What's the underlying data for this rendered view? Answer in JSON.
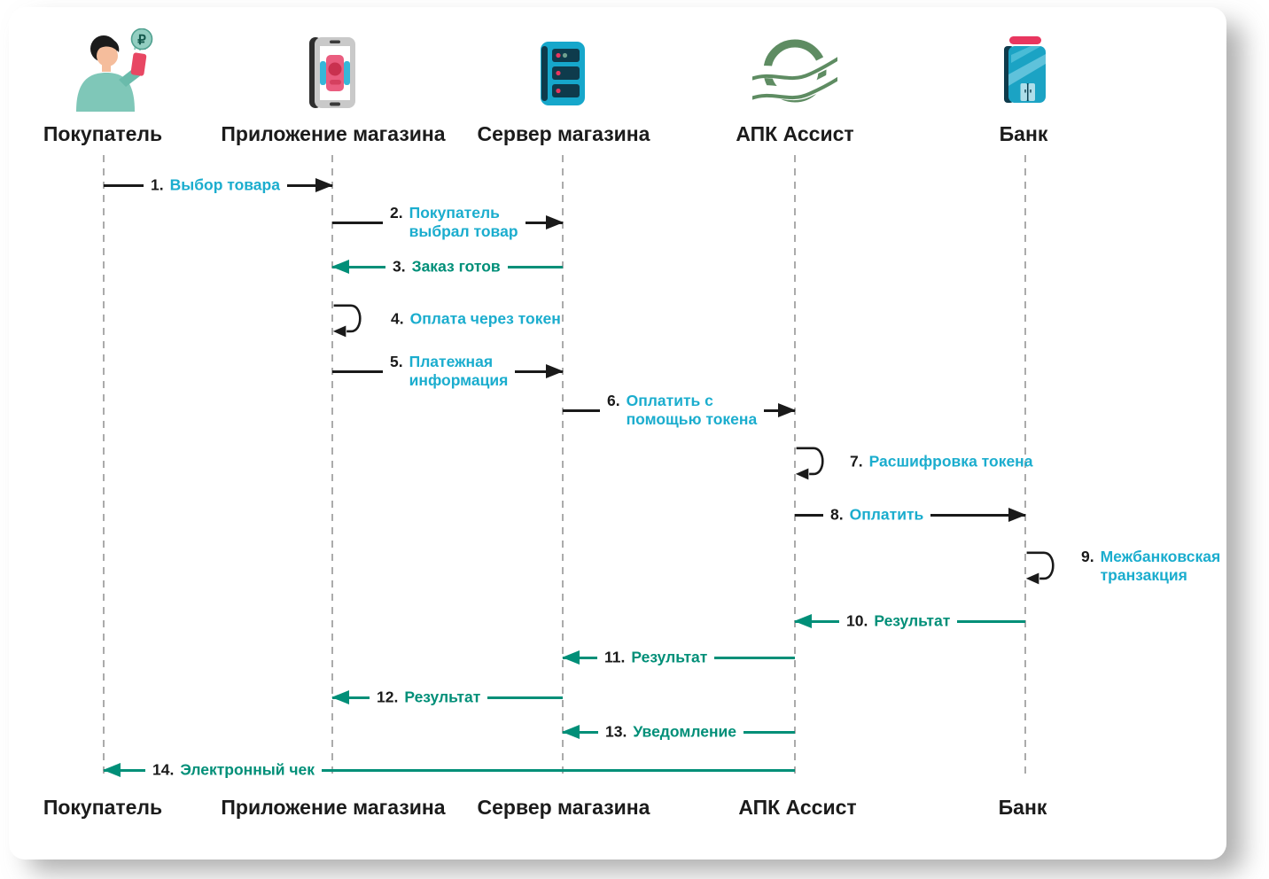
{
  "colors": {
    "request_text": "#1badce",
    "response_arrow": "#008f78",
    "arrow_black": "#1a1a1a",
    "lifeline_gray": "#ababab"
  },
  "actors": [
    {
      "id": "buyer",
      "label": "Покупатель",
      "icon": "buyer-icon"
    },
    {
      "id": "app",
      "label": "Приложение магазина",
      "icon": "smartphone-app-icon"
    },
    {
      "id": "server",
      "label": "Сервер магазина",
      "icon": "server-icon"
    },
    {
      "id": "assist",
      "label": "АПК Ассист",
      "icon": "assist-logo-icon"
    },
    {
      "id": "bank",
      "label": "Банк",
      "icon": "bank-icon"
    }
  ],
  "messages": [
    {
      "num": "1.",
      "lines": [
        "Выбор товара"
      ],
      "from": "Покупатель",
      "to": "Приложение магазина",
      "kind": "request"
    },
    {
      "num": "2.",
      "lines": [
        "Покупатель",
        "выбрал товар"
      ],
      "from": "Приложение магазина",
      "to": "Сервер магазина",
      "kind": "request"
    },
    {
      "num": "3.",
      "lines": [
        "Заказ готов"
      ],
      "from": "Сервер магазина",
      "to": "Приложение магазина",
      "kind": "response"
    },
    {
      "num": "4.",
      "lines": [
        "Оплата через токен"
      ],
      "from": "Приложение магазина",
      "to": "Приложение магазина",
      "kind": "self"
    },
    {
      "num": "5.",
      "lines": [
        "Платежная",
        "информация"
      ],
      "from": "Приложение магазина",
      "to": "Сервер магазина",
      "kind": "request"
    },
    {
      "num": "6.",
      "lines": [
        "Оплатить с",
        "помощью токена"
      ],
      "from": "Сервер магазина",
      "to": "АПК Ассист",
      "kind": "request"
    },
    {
      "num": "7.",
      "lines": [
        "Расшифровка токена"
      ],
      "from": "АПК Ассист",
      "to": "АПК Ассист",
      "kind": "self"
    },
    {
      "num": "8.",
      "lines": [
        "Оплатить"
      ],
      "from": "АПК Ассист",
      "to": "Банк",
      "kind": "request"
    },
    {
      "num": "9.",
      "lines": [
        "Межбанковская",
        "транзакция"
      ],
      "from": "Банк",
      "to": "Банк",
      "kind": "self"
    },
    {
      "num": "10.",
      "lines": [
        "Результат"
      ],
      "from": "Банк",
      "to": "АПК Ассист",
      "kind": "response"
    },
    {
      "num": "11.",
      "lines": [
        "Результат"
      ],
      "from": "АПК Ассист",
      "to": "Сервер магазина",
      "kind": "response"
    },
    {
      "num": "12.",
      "lines": [
        "Результат"
      ],
      "from": "Сервер магазина",
      "to": "Приложение магазина",
      "kind": "response"
    },
    {
      "num": "13.",
      "lines": [
        "Уведомление"
      ],
      "from": "АПК Ассист",
      "to": "Сервер магазина",
      "kind": "response"
    },
    {
      "num": "14.",
      "lines": [
        "Электронный чек"
      ],
      "from": "АПК Ассист",
      "to": "Покупатель",
      "kind": "response"
    }
  ]
}
